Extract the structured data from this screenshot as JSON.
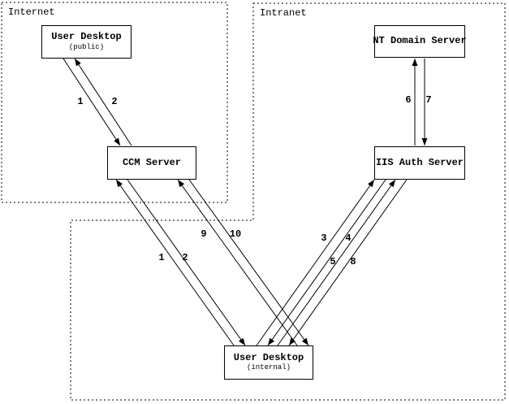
{
  "diagram": {
    "regions": {
      "internet": {
        "label": "Internet"
      },
      "intranet": {
        "label": "Intranet"
      }
    },
    "nodes": {
      "user_desktop_public": {
        "title": "User Desktop",
        "subtitle": "(public)"
      },
      "ccm_server": {
        "title": "CCM Server"
      },
      "nt_domain_server": {
        "title": "NT Domain Server"
      },
      "iis_auth_server": {
        "title": "IIS Auth Server"
      },
      "user_desktop_internal": {
        "title": "User Desktop",
        "subtitle": "(internal)"
      }
    },
    "arrow_labels": {
      "public_to_ccm_1": "1",
      "ccm_to_public_2": "2",
      "internal_to_ccm_1": "1",
      "ccm_to_internal_2": "2",
      "internal_to_ccm_9": "9",
      "ccm_to_internal_10": "10",
      "internal_to_iis_3": "3",
      "iis_to_internal_4": "4",
      "internal_to_iis_5": "5",
      "iis_to_internal_8": "8",
      "iis_to_nt_6": "6",
      "nt_to_iis_7": "7"
    },
    "colors": {
      "line": "#000000",
      "background": "#ffffff"
    }
  }
}
